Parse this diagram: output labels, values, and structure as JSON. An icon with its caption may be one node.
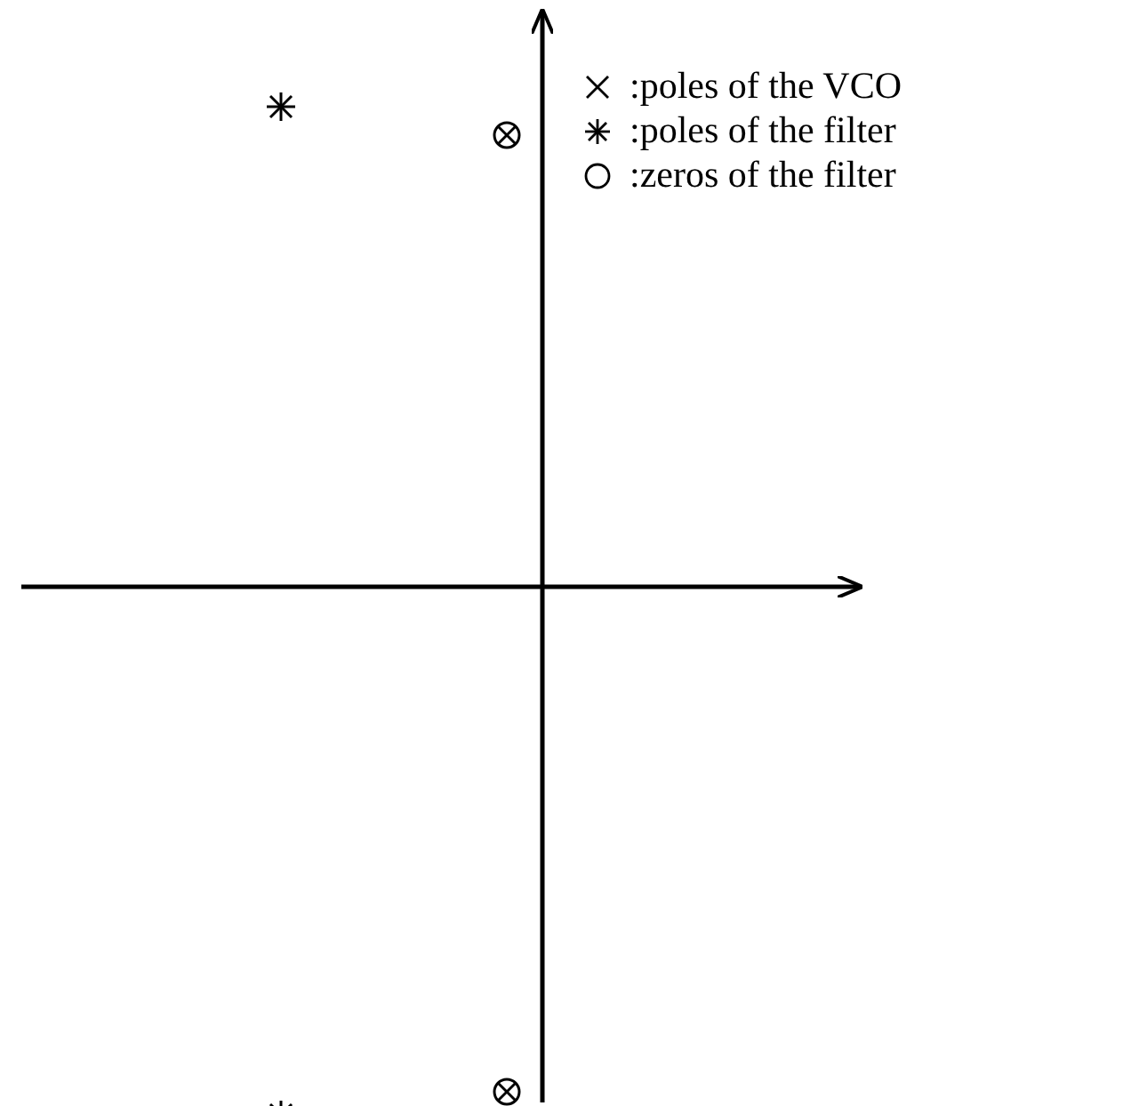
{
  "diagram": {
    "legend": [
      {
        "text": ":poles of the VCO"
      },
      {
        "text": ":poles of the filter"
      },
      {
        "text": ":zeros of the filter"
      }
    ]
  }
}
